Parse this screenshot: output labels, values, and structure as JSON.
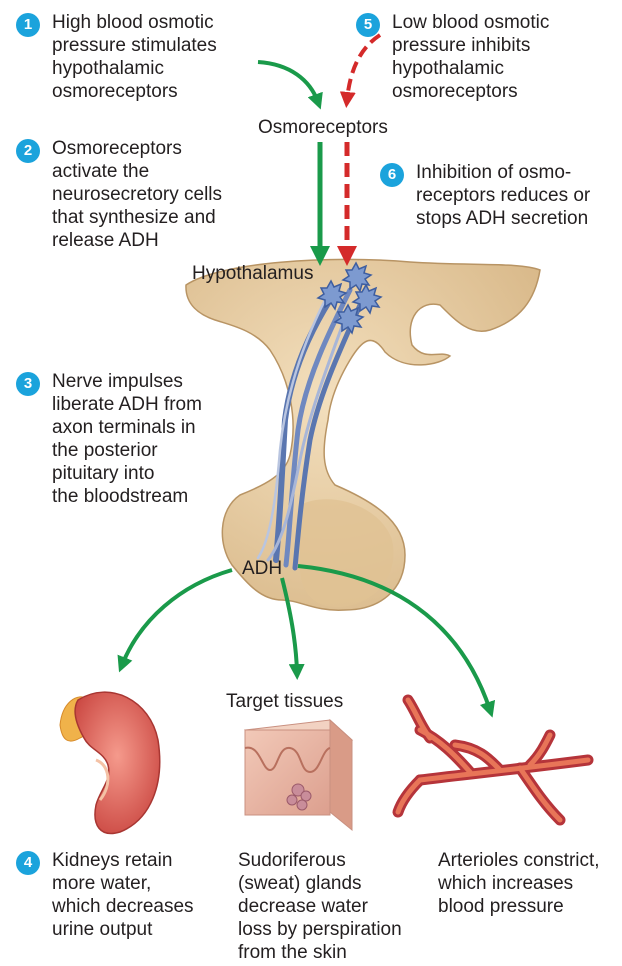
{
  "colors": {
    "badge": "#1ba3dc",
    "stimulate_arrow": "#1a9a4a",
    "inhibit_arrow": "#d42a2a",
    "tissue": "#e6cca3",
    "nerve": "#5a76b0"
  },
  "steps": [
    {
      "number": "1",
      "text": "High blood osmotic\npressure stimulates\nhypothalamic\nosmoreceptors"
    },
    {
      "number": "2",
      "text": "Osmoreceptors\nactivate the\nneurosecretory cells\nthat synthesize and\nrelease ADH"
    },
    {
      "number": "3",
      "text": "Nerve impulses\nliberate ADH from\naxon terminals in\nthe posterior\npituitary into\nthe bloodstream"
    },
    {
      "number": "4",
      "text": "Kidneys retain\nmore water,\nwhich decreases\nurine output"
    },
    {
      "number": "5",
      "text": "Low blood osmotic\npressure inhibits\nhypothalamic\nosmoreceptors"
    },
    {
      "number": "6",
      "text": "Inhibition of osmo-\nreceptors reduces or\nstops ADH secretion"
    }
  ],
  "labels": {
    "osmoreceptors": "Osmoreceptors",
    "hypothalamus": "Hypothalamus",
    "adh": "ADH",
    "target_tissues": "Target tissues"
  },
  "effects": {
    "sweat_glands": "Sudoriferous\n(sweat) glands\ndecrease water\nloss by perspiration\nfrom the skin",
    "arterioles": "Arterioles constrict,\nwhich increases\nblood pressure"
  }
}
